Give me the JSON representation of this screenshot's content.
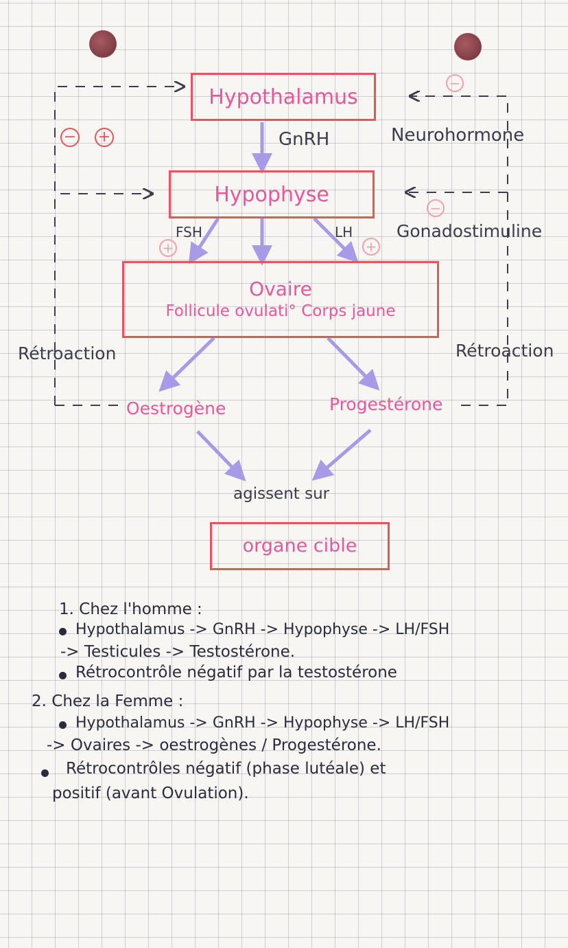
{
  "diagram": {
    "hypothalamus": "Hypothalamus",
    "gnrh": "GnRH",
    "neurohormone": "Neurohormone",
    "hypophyse": "Hypophyse",
    "fsh": "FSH",
    "lh": "LH",
    "gonadostimuline": "Gonadostimuline",
    "ovaire": "Ovaire",
    "follicule": "Follicule ovulati° Corps jaune",
    "retroaction_left": "Rétroaction",
    "retroaction_right": "Rétroaction",
    "oestrogene": "Oestrogène",
    "progesterone": "Progestérone",
    "agissent_sur": "agissent sur",
    "organe_cible": "organe cible",
    "minus": "−",
    "plus": "+"
  },
  "notes": {
    "item1_title": "1. Chez l'homme :",
    "item1_line1": "Hypothalamus -> GnRH -> Hypophyse -> LH/FSH",
    "item1_line2": "-> Testicules -> Testostérone.",
    "item1_line3": "Rétrocontrôle négatif par la testostérone",
    "item2_title": "2. Chez la Femme :",
    "item2_line1": "Hypothalamus -> GnRH -> Hypophyse -> LH/FSH",
    "item2_line2": "-> Ovaires -> oestrogènes / Progestérone.",
    "item2_line3": "Rétrocontrôles négatif (phase lutéale) et",
    "item2_line4": "positif (avant Ovulation)."
  },
  "colors": {
    "box_border": "#e5555c",
    "pink_text": "#e8579c",
    "arrow": "#a79ae6",
    "ink": "#2a2b3e"
  }
}
